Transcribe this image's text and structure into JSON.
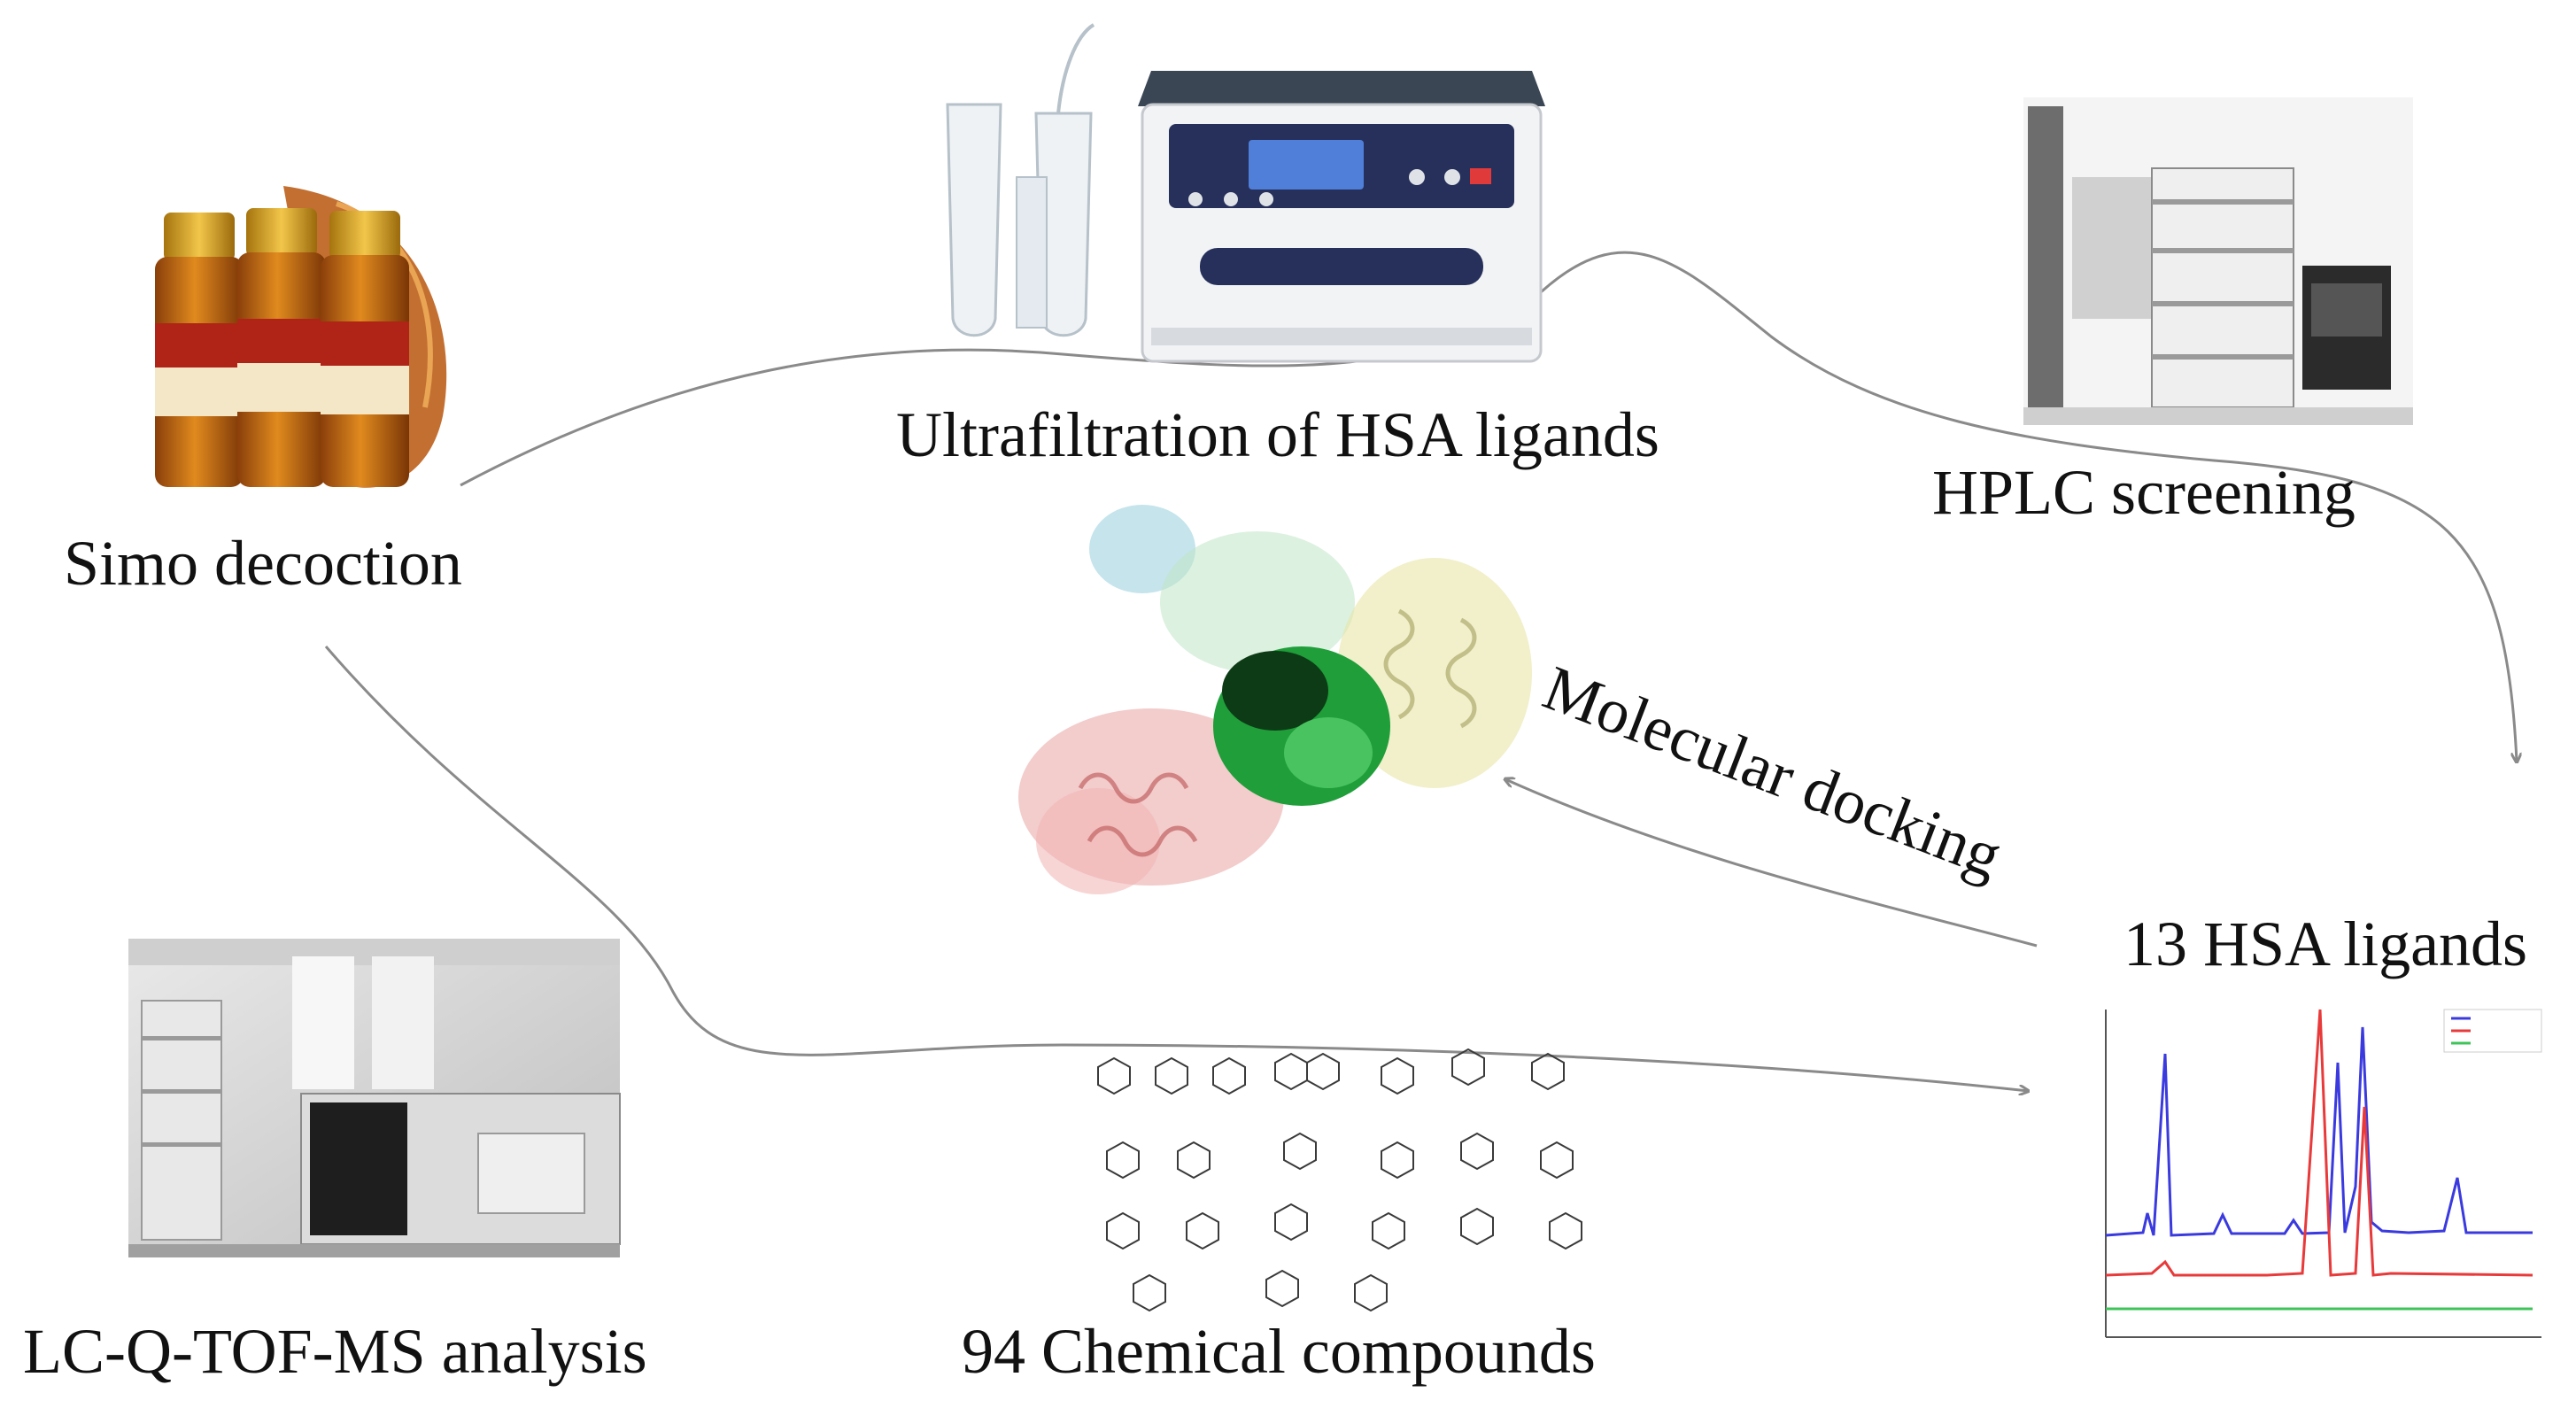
{
  "labels": {
    "simo_decoction": "Simo decoction",
    "ultrafiltration": "Ultrafiltration of HSA ligands",
    "hplc_screening": "HPLC screening",
    "molecular_docking": "Molecular docking",
    "hsa_ligands": "13 HSA ligands",
    "lcms_analysis": "LC-Q-TOF-MS analysis",
    "chemical_compounds": "94 Chemical compounds"
  },
  "colors": {
    "arrow": "#8a8a8a",
    "text": "#111111",
    "decoction_amber": "#c9781a",
    "cap_gold": "#d9a21e",
    "device_white": "#f2f3f5",
    "device_panel": "#26305a",
    "protein_green": "#1f9e3a",
    "protein_pink": "#e89a9a",
    "protein_yellow": "#e8e6a6",
    "protein_cyan": "#9fd2e0",
    "trace_blue": "#3a3adf",
    "trace_red": "#e83a3a",
    "trace_green": "#3ec45a"
  },
  "icons": {
    "decoction": "medicine-vials-icon",
    "ultrafiltration": "centrifuge-icon",
    "hplc": "hplc-instrument-icon",
    "docking": "protein-structure-icon",
    "chromatogram": "chromatogram-icon",
    "lcms": "mass-spectrometer-icon",
    "compounds": "chemical-structures-icon"
  }
}
